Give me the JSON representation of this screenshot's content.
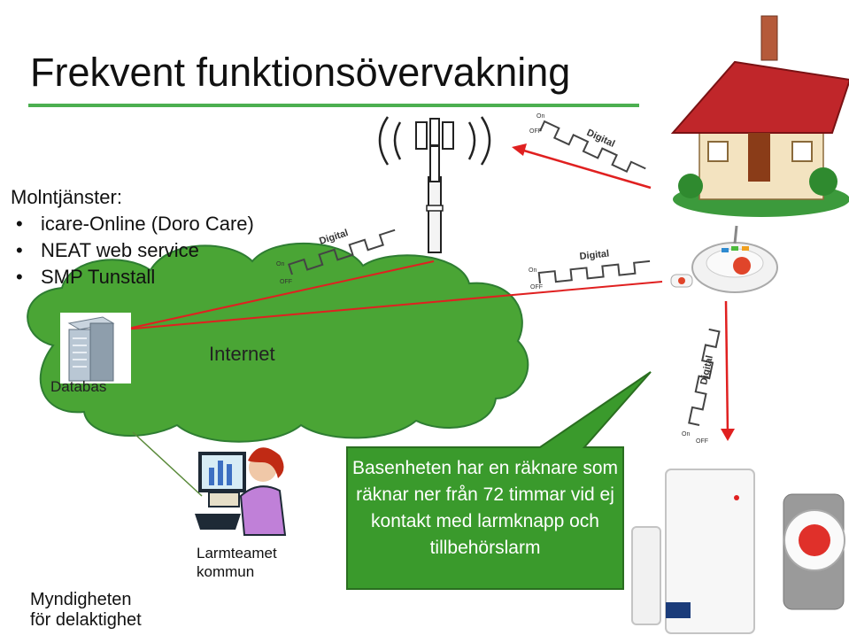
{
  "title": "Frekvent funktionsövervakning",
  "cloud_services": {
    "heading": "Molntjänster:",
    "items": [
      "icare-Online (Doro Care)",
      "NEAT web service",
      "SMP Tunstall"
    ]
  },
  "labels": {
    "internet": "Internet",
    "database": "Databas",
    "staff": [
      "Larmteamet",
      "kommun"
    ],
    "authority": [
      "Myndigheten",
      "för delaktighet"
    ],
    "signal_digital": "Digital",
    "signal_on": "On",
    "signal_off": "OFF"
  },
  "callout": "Basenheten har en räknare som räknar ner från 72 timmar vid ej kontakt med larmknapp och tillbehörslarm",
  "colors": {
    "cloud": "#4aa535",
    "callout": "#3a9a2c",
    "link": "#e02020",
    "title_rule": "#4caf50"
  },
  "icons": [
    "database-server-icon",
    "operator-at-computer-icon",
    "cell-tower-icon",
    "house-icon",
    "base-station-icon",
    "alarm-button-icon",
    "door-sensor-icon"
  ]
}
